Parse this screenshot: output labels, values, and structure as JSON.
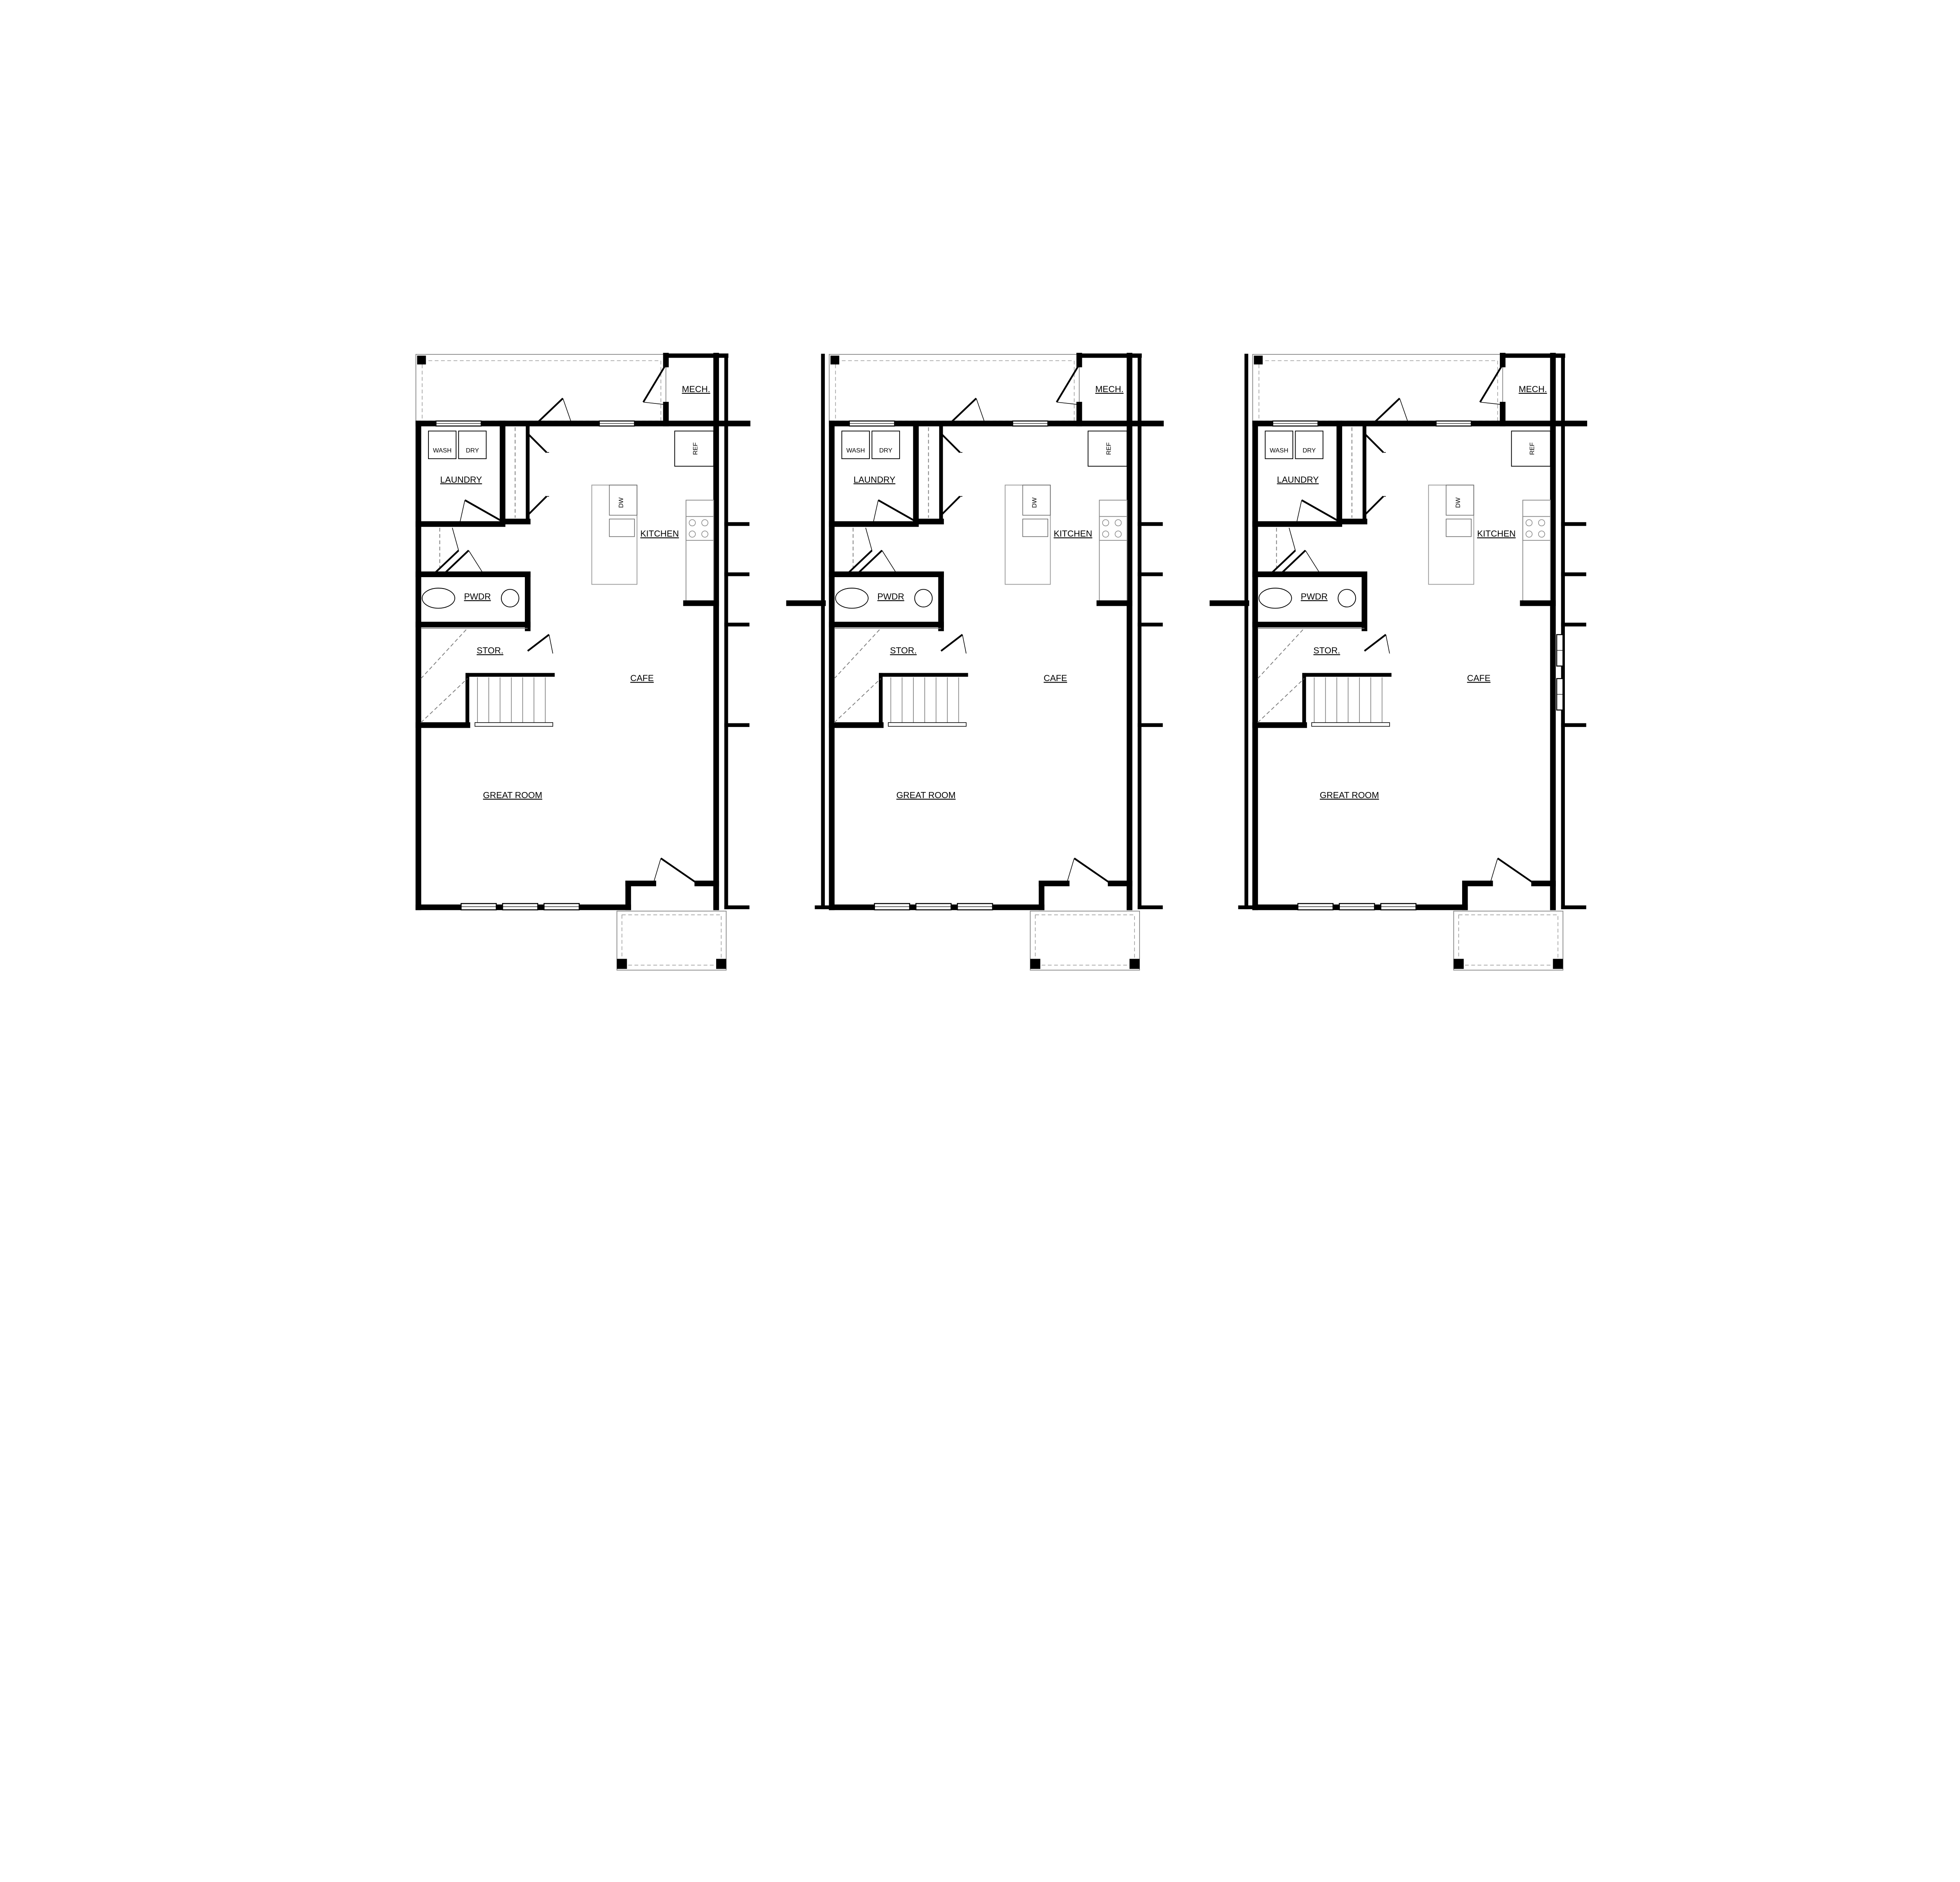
{
  "units": [
    {
      "rooms": {
        "mech": "MECH.",
        "laundry": "LAUNDRY",
        "wash": "WASH",
        "dry": "DRY",
        "ref": "REF",
        "dw": "DW",
        "kitchen": "KITCHEN",
        "pwdr": "PWDR",
        "stor": "STOR.",
        "cafe": "CAFE",
        "great_room": "GREAT ROOM"
      }
    },
    {
      "rooms": {
        "mech": "MECH.",
        "laundry": "LAUNDRY",
        "wash": "WASH",
        "dry": "DRY",
        "ref": "REF",
        "dw": "DW",
        "kitchen": "KITCHEN",
        "pwdr": "PWDR",
        "stor": "STOR.",
        "cafe": "CAFE",
        "great_room": "GREAT ROOM"
      }
    },
    {
      "rooms": {
        "mech": "MECH.",
        "laundry": "LAUNDRY",
        "wash": "WASH",
        "dry": "DRY",
        "ref": "REF",
        "dw": "DW",
        "kitchen": "KITCHEN",
        "pwdr": "PWDR",
        "stor": "STOR.",
        "cafe": "CAFE",
        "great_room": "GREAT ROOM"
      }
    }
  ]
}
